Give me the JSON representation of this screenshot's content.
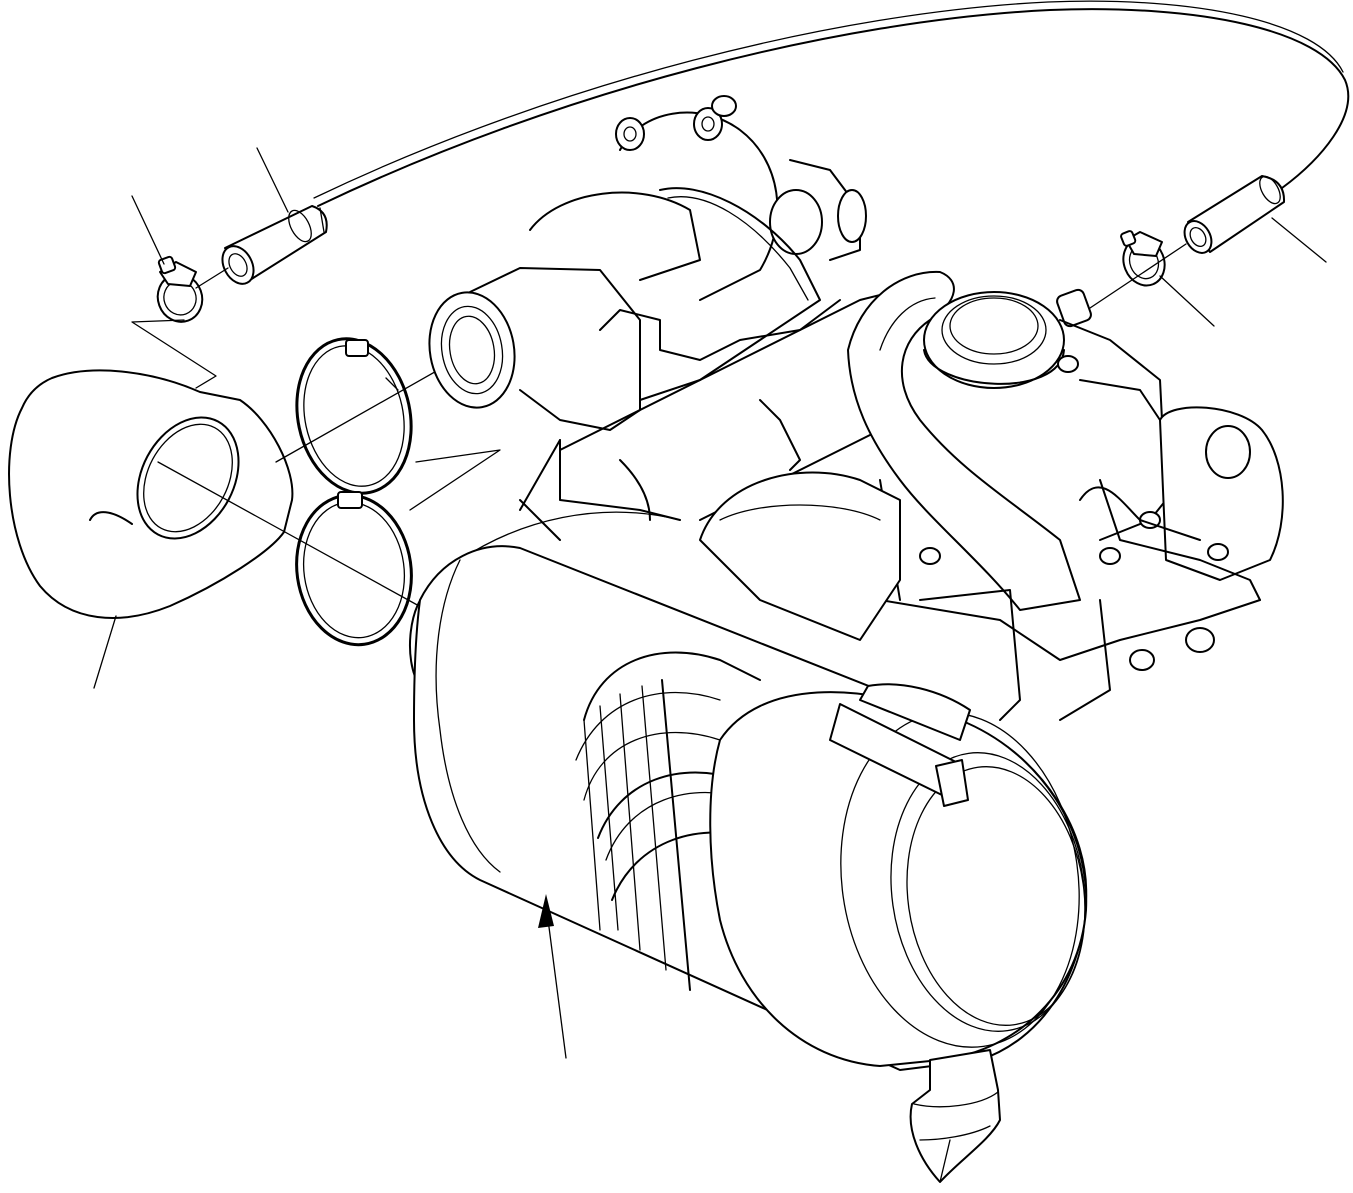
{
  "diagram": {
    "kind": "exploded-parts-view",
    "subject": "engine-with-air-cleaner",
    "line_color": "#000000",
    "background": "#ffffff",
    "callouts": [
      {
        "id": "hose-clamp-left",
        "icon": "hose-clamp-icon"
      },
      {
        "id": "hose-left",
        "icon": "hose-icon"
      },
      {
        "id": "hose-right",
        "icon": "hose-icon"
      },
      {
        "id": "hose-clamp-right",
        "icon": "hose-clamp-icon"
      },
      {
        "id": "intake-elbow-hose",
        "icon": "elbow-hose-icon"
      },
      {
        "id": "band-clamps",
        "icon": "band-clamp-icon"
      },
      {
        "id": "air-cleaner",
        "icon": "air-cleaner-icon"
      }
    ]
  }
}
